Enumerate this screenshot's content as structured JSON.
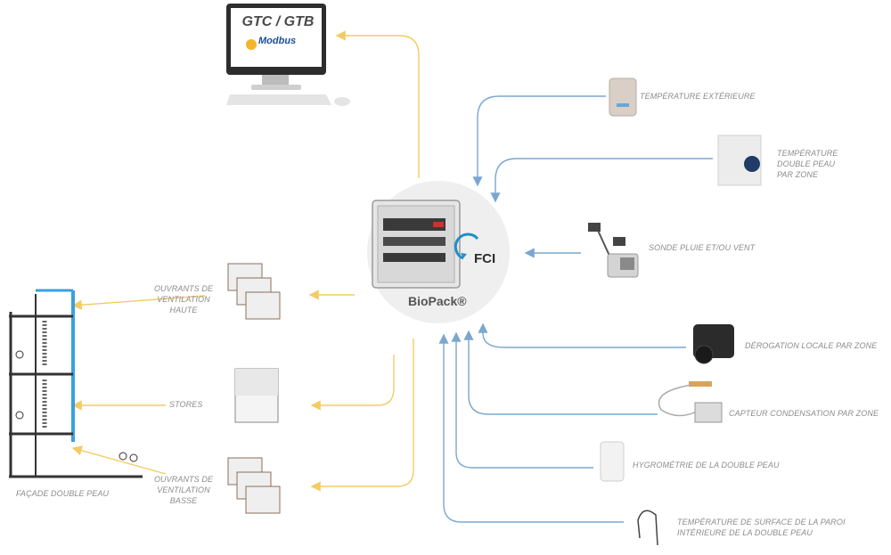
{
  "gtc": {
    "title": "GTC / GTB",
    "protocol": "Modbus"
  },
  "controller": {
    "name": "BioPack®",
    "brand": "FCI"
  },
  "inputs": {
    "temp_ext": "TEMPÉRATURE EXTÉRIEURE",
    "temp_double_peau": [
      "TEMPÉRATURE",
      "DOUBLE PEAU",
      "PAR ZONE"
    ],
    "sonde": "SONDE PLUIE ET/OU VENT",
    "derogation": "DÉROGATION LOCALE PAR ZONE",
    "condensation": "CAPTEUR CONDENSATION PAR ZONE",
    "hygrometrie": "HYGROMÉTRIE DE LA DOUBLE PEAU",
    "temp_surface": [
      "TEMPÉRATURE DE SURFACE DE LA PAROI",
      "INTÉRIEURE DE LA DOUBLE PEAU"
    ]
  },
  "outputs": {
    "ventilation_haute": [
      "OUVRANTS DE",
      "VENTILATION",
      "HAUTE"
    ],
    "stores": "STORES",
    "ventilation_basse": [
      "OUVRANTS DE",
      "VENTILATION",
      "BASSE"
    ]
  },
  "facade_label": "FAÇADE DOUBLE PEAU",
  "colors": {
    "blue_line": "#7ba7cf",
    "yellow_line": "#f2cc63",
    "text": "#8c8c8c",
    "facade_blue": "#3aa0e0",
    "fci_blue": "#1f8fc9"
  }
}
